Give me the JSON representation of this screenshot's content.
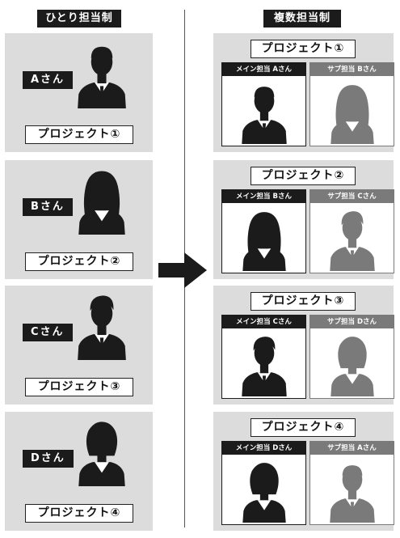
{
  "left": {
    "header": "ひとり担当制",
    "panels": [
      {
        "name": "Aさん",
        "project": "プロジェクト①"
      },
      {
        "name": "Bさん",
        "project": "プロジェクト②"
      },
      {
        "name": "Cさん",
        "project": "プロジェクト③"
      },
      {
        "name": "Dさん",
        "project": "プロジェクト④"
      }
    ]
  },
  "right": {
    "header": "複数担当制",
    "panels": [
      {
        "project": "プロジェクト①",
        "main_label": "メイン担当 Aさん",
        "sub_label": "サブ担当 Bさん"
      },
      {
        "project": "プロジェクト②",
        "main_label": "メイン担当 Bさん",
        "sub_label": "サブ担当 Cさん"
      },
      {
        "project": "プロジェクト③",
        "main_label": "メイン担当 Cさん",
        "sub_label": "サブ担当 Dさん"
      },
      {
        "project": "プロジェクト④",
        "main_label": "メイン担当 Dさん",
        "sub_label": "サブ担当 Aさん"
      }
    ]
  },
  "icons": {
    "transition": "arrow-right-icon",
    "person": "person-icon"
  },
  "colors": {
    "dark": "#1b1b1b",
    "muted": "#7a7a7a",
    "panel": "#dcdcdc"
  }
}
